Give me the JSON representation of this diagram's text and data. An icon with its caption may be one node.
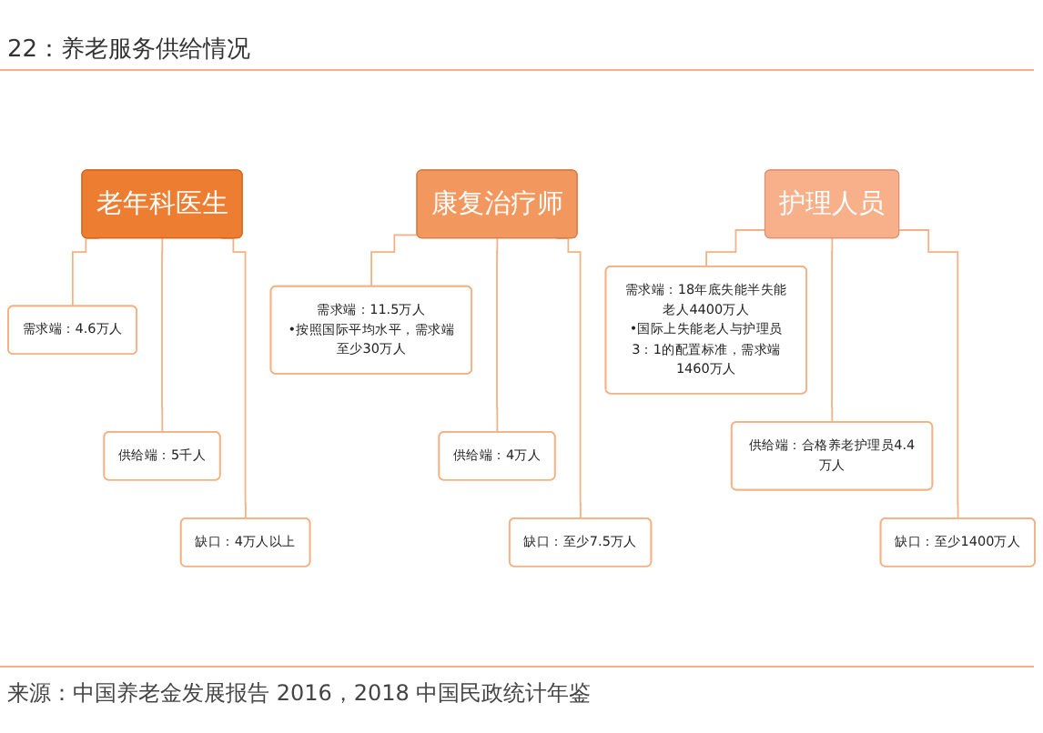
{
  "diagram": {
    "title": "22：养老服务供给情况",
    "caption": "来源：中国养老金发展报告 2016，2018 中国民政统计年鉴",
    "nodes": [
      {
        "text": [
          "老年科医生"
        ]
      },
      {
        "text": [
          "需求端：4.6万人"
        ]
      },
      {
        "text": [
          "供给端：5千人"
        ]
      },
      {
        "text": [
          "缺口：4万人以上"
        ]
      },
      {
        "text": [
          "康复治疗师"
        ]
      },
      {
        "text": [
          "需求端：11.5万人",
          "•按照国际平均水平，需求端至少30万人"
        ]
      },
      {
        "text": [
          "供给端：4万人"
        ]
      },
      {
        "text": [
          "缺口：至少7.5万人"
        ]
      },
      {
        "text": [
          "护理人员"
        ]
      },
      {
        "text": [
          "需求端：18年底失能半失能老人4400万人",
          "•国际上失能老人与护理员3：1的配置标准，需求端1460万人"
        ]
      },
      {
        "text": [
          "供给端：合格养老护理员4.4万人"
        ]
      },
      {
        "text": [
          "缺口：至少1400万人"
        ]
      }
    ],
    "edges": [
      {
        "from": 0,
        "to": 1,
        "arrow": "none"
      },
      {
        "from": 0,
        "to": 2,
        "arrow": "none"
      },
      {
        "from": 0,
        "to": 3,
        "arrow": "none"
      },
      {
        "from": 4,
        "to": 5,
        "arrow": "none"
      },
      {
        "from": 4,
        "to": 6,
        "arrow": "none"
      },
      {
        "from": 4,
        "to": 7,
        "arrow": "none"
      },
      {
        "from": 8,
        "to": 9,
        "arrow": "none"
      },
      {
        "from": 8,
        "to": 10,
        "arrow": "none"
      },
      {
        "from": 8,
        "to": 11,
        "arrow": "none"
      }
    ]
  }
}
